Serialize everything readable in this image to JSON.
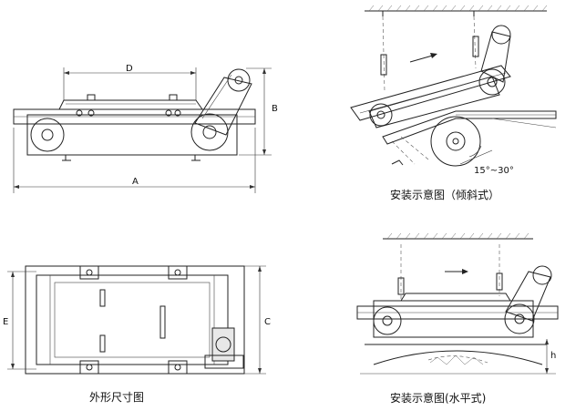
{
  "labels": {
    "dim_a": "A",
    "dim_b": "B",
    "dim_c": "C",
    "dim_d": "D",
    "dim_e": "E",
    "dim_h": "h",
    "angle": "15°~30°"
  },
  "captions": {
    "outline_size": "外形尺寸图",
    "install_inclined": "安装示意图（倾斜式）",
    "install_horizontal": "安装示意图(水平式)"
  }
}
